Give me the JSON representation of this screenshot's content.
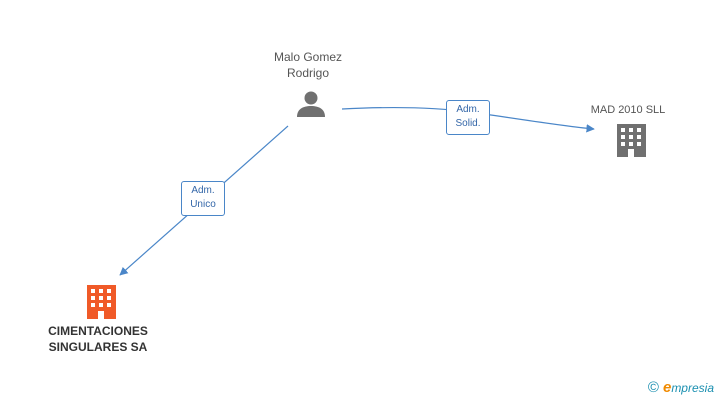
{
  "nodes": {
    "person": {
      "name_line1": "Malo Gomez",
      "name_line2": "Rodrigo",
      "icon": "person-icon",
      "color": "#707070"
    },
    "company_right": {
      "name": "MAD 2010 SLL",
      "icon": "building-icon",
      "color": "#707070"
    },
    "company_main": {
      "name_line1": "CIMENTACIONES",
      "name_line2": "SINGULARES SA",
      "icon": "building-icon",
      "color": "#f05a28"
    }
  },
  "relations": {
    "to_right": {
      "line1": "Adm.",
      "line2": "Solid."
    },
    "to_main": {
      "line1": "Adm.",
      "line2": "Unico"
    }
  },
  "colors": {
    "edge": "#4a86c8"
  },
  "footer": {
    "copyright_symbol": "©",
    "brand_initial": "e",
    "brand_rest": "mpresia"
  }
}
